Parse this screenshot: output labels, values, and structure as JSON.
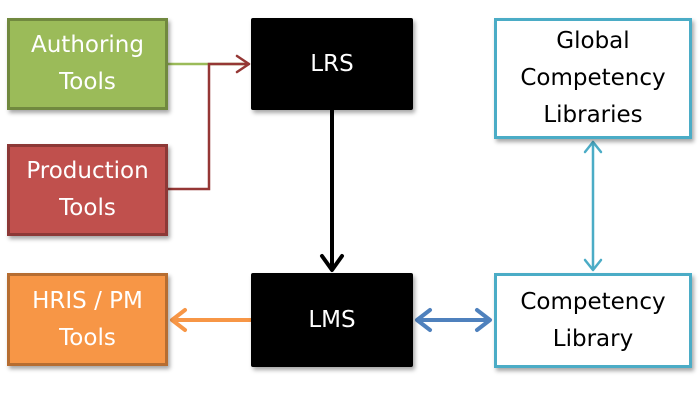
{
  "diagram": {
    "nodes": {
      "authoring_tools": {
        "label": "Authoring\nTools",
        "color": "#9bbb59"
      },
      "production_tools": {
        "label": "Production\nTools",
        "color": "#c0504d"
      },
      "hris_pm_tools": {
        "label": "HRIS / PM\nTools",
        "color": "#f79646"
      },
      "lrs": {
        "label": "LRS",
        "color": "#000000"
      },
      "lms": {
        "label": "LMS",
        "color": "#000000"
      },
      "global_competency_libraries": {
        "label": "Global\nCompetency\nLibraries",
        "color": "#4bacc6"
      },
      "competency_library": {
        "label": "Competency\nLibrary",
        "color": "#4bacc6"
      }
    },
    "edges": [
      {
        "from": "authoring_tools",
        "to": "lrs",
        "direction": "forward",
        "color": "#9bbb59"
      },
      {
        "from": "production_tools",
        "to": "lrs",
        "direction": "forward",
        "color": "#953735"
      },
      {
        "from": "lrs",
        "to": "lms",
        "direction": "forward",
        "color": "#000000"
      },
      {
        "from": "lms",
        "to": "hris_pm_tools",
        "direction": "forward",
        "color": "#f79646"
      },
      {
        "from": "lms",
        "to": "competency_library",
        "direction": "both",
        "color": "#4f81bd"
      },
      {
        "from": "competency_library",
        "to": "global_competency_libraries",
        "direction": "both",
        "color": "#4bacc6"
      }
    ]
  }
}
